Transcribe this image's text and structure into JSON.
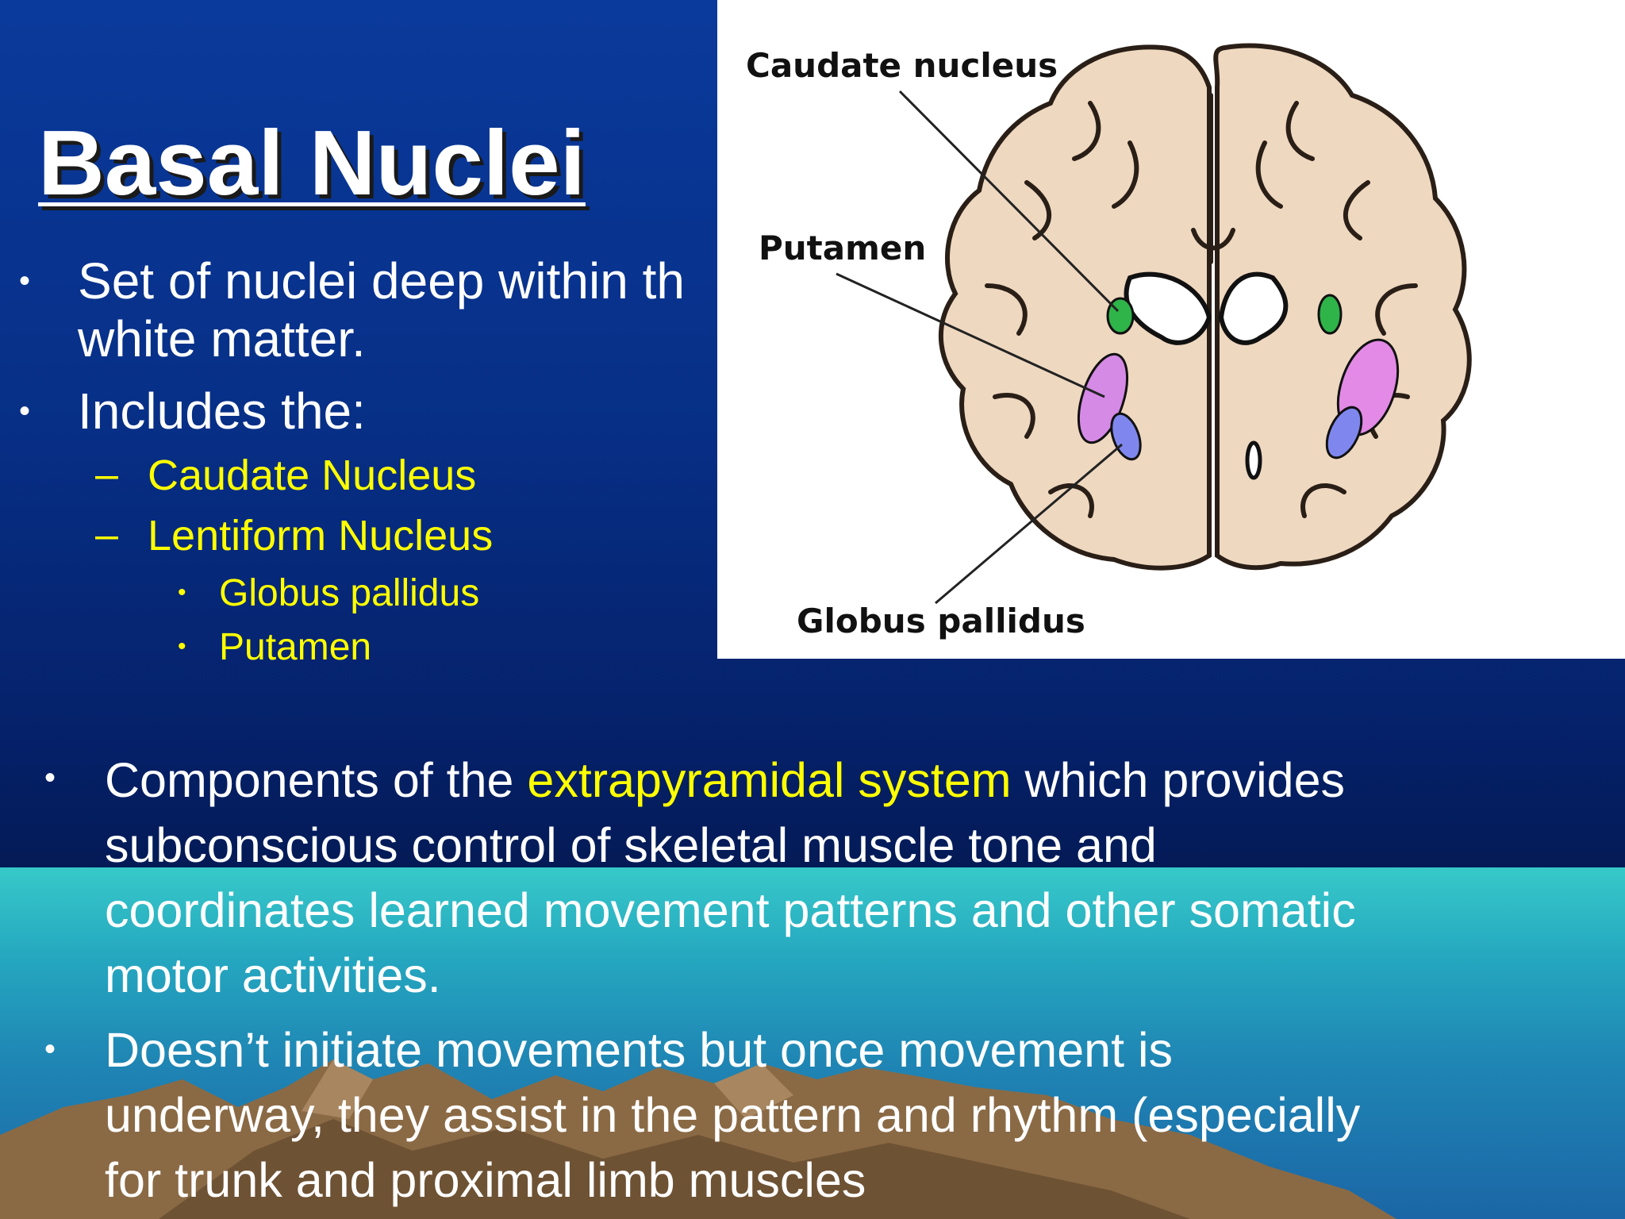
{
  "slide": {
    "title": "Basal Nuclei",
    "bullet_1_line_1": "Set of nuclei deep within th",
    "bullet_1_line_2": "white matter.",
    "bullet_2": "Includes the:",
    "sub_1": "Caudate Nucleus",
    "sub_2": "Lentiform Nucleus",
    "subsub_1": "Globus pallidus",
    "subsub_2": "Putamen",
    "bullet_3": {
      "pre": "Components of the ",
      "highlight": "extrapyramidal system",
      "post": " which provides",
      "line_2": "subconscious control of skeletal muscle tone and",
      "line_3": "coordinates learned movement patterns and other somatic",
      "line_4": "motor activities."
    },
    "bullet_4": {
      "line_1": "Doesn’t initiate movements but once movement is",
      "line_2": "underway, they assist in the pattern and rhythm (especially",
      "line_3": "for trunk and proximal limb muscles"
    }
  },
  "figure": {
    "labels": {
      "caudate": "Caudate nucleus",
      "putamen": "Putamen",
      "globus": "Globus pallidus"
    },
    "colors": {
      "brain_tissue": "#efd8c0",
      "caudate": "#2fb44a",
      "putamen": "#d58ae6",
      "globus_pallidus": "#7f87ef"
    }
  },
  "theme": {
    "background_top": "#0a3a9c",
    "background_bottom": "#041a55",
    "sea": "#2bb8c4",
    "text": "#ffffff",
    "highlight": "#ffff00"
  }
}
